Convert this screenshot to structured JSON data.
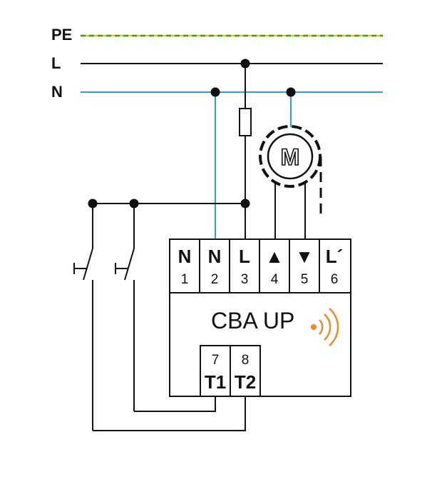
{
  "rails": {
    "pe": {
      "label": "PE",
      "color": "#f2c200",
      "stripe_color": "#3b9b3b"
    },
    "l": {
      "label": "L",
      "color": "#111111"
    },
    "n": {
      "label": "N",
      "color": "#2a9fd8"
    }
  },
  "device": {
    "name": "CBA UP",
    "signal_color": "#f08a24",
    "top_terminals": [
      {
        "symbol": "N",
        "number": "1"
      },
      {
        "symbol": "N",
        "number": "2"
      },
      {
        "symbol": "L",
        "number": "3"
      },
      {
        "symbol": "▲",
        "number": "4"
      },
      {
        "symbol": "▼",
        "number": "5"
      },
      {
        "symbol": "L´",
        "number": "6"
      }
    ],
    "bottom_terminals": [
      {
        "symbol": "T1",
        "number": "7"
      },
      {
        "symbol": "T2",
        "number": "8"
      }
    ]
  },
  "motor": {
    "letter": "M"
  }
}
